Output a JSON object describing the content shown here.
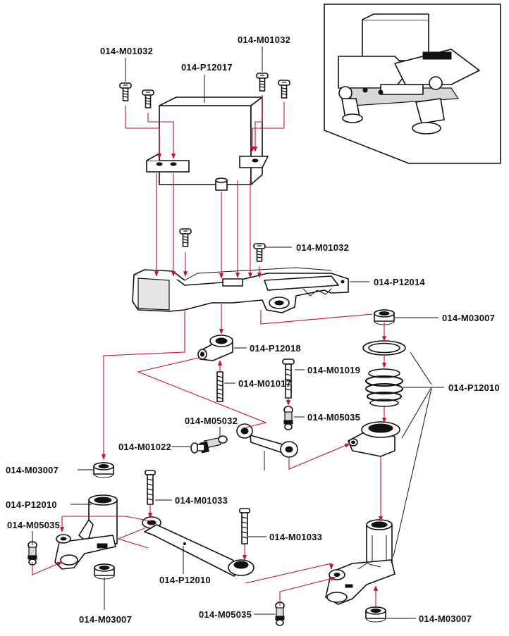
{
  "colors": {
    "assembly_line": "#c8102e",
    "outline": "#111111",
    "background": "#ffffff"
  },
  "labels": {
    "servo_screw_left": "014-M01032",
    "servo_screw_right": "014-M01032",
    "servo": "014-P12017",
    "chassis_screw": "014-M01032",
    "chassis_mount": "014-P12014",
    "bearing_top_right": "014-M03007",
    "servo_saver_group": "014-P12010",
    "servo_horn": "014-P12018",
    "horn_screw": "014-M01017",
    "saver_screw": "014-M01019",
    "ball_stud_top_right": "014-M05035",
    "ball_stud_center": "014-M05032",
    "center_link_screw": "014-M01022",
    "bearing_left": "014-M03007",
    "post_left": "014-P12010",
    "ball_stud_left": "014-M05035",
    "bearing_left_bottom": "014-M03007",
    "link_screw_left": "014-M01033",
    "link_screw_right": "014-M01033",
    "drag_link": "014-P12010",
    "ball_stud_bottom": "014-M05035",
    "bearing_bottom_right": "014-M03007"
  }
}
